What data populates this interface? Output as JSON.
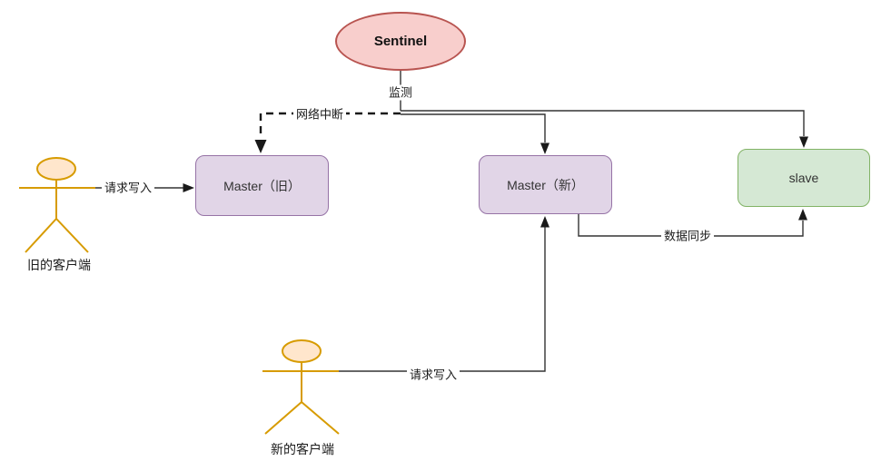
{
  "nodes": {
    "sentinel": {
      "label": "Sentinel"
    },
    "master_old": {
      "label": "Master（旧）"
    },
    "master_new": {
      "label": "Master（新）"
    },
    "slave": {
      "label": "slave"
    }
  },
  "edges": {
    "monitor_label": "监测",
    "network_break_label": "网络中断",
    "request_write_old_label": "请求写入",
    "request_write_new_label": "请求写入",
    "data_sync_label": "数据同步"
  },
  "actors": {
    "old_client": {
      "label": "旧的客户端"
    },
    "new_client": {
      "label": "新的客户端"
    }
  },
  "colors": {
    "sentinel_fill": "#F8CECC",
    "sentinel_stroke": "#B85450",
    "master_fill": "#E1D5E7",
    "master_stroke": "#9673A6",
    "slave_fill": "#D5E8D4",
    "slave_stroke": "#82B366",
    "actor_stroke": "#D79B00",
    "actor_head_fill": "#FFE6CC",
    "edge_color": "#333333"
  }
}
